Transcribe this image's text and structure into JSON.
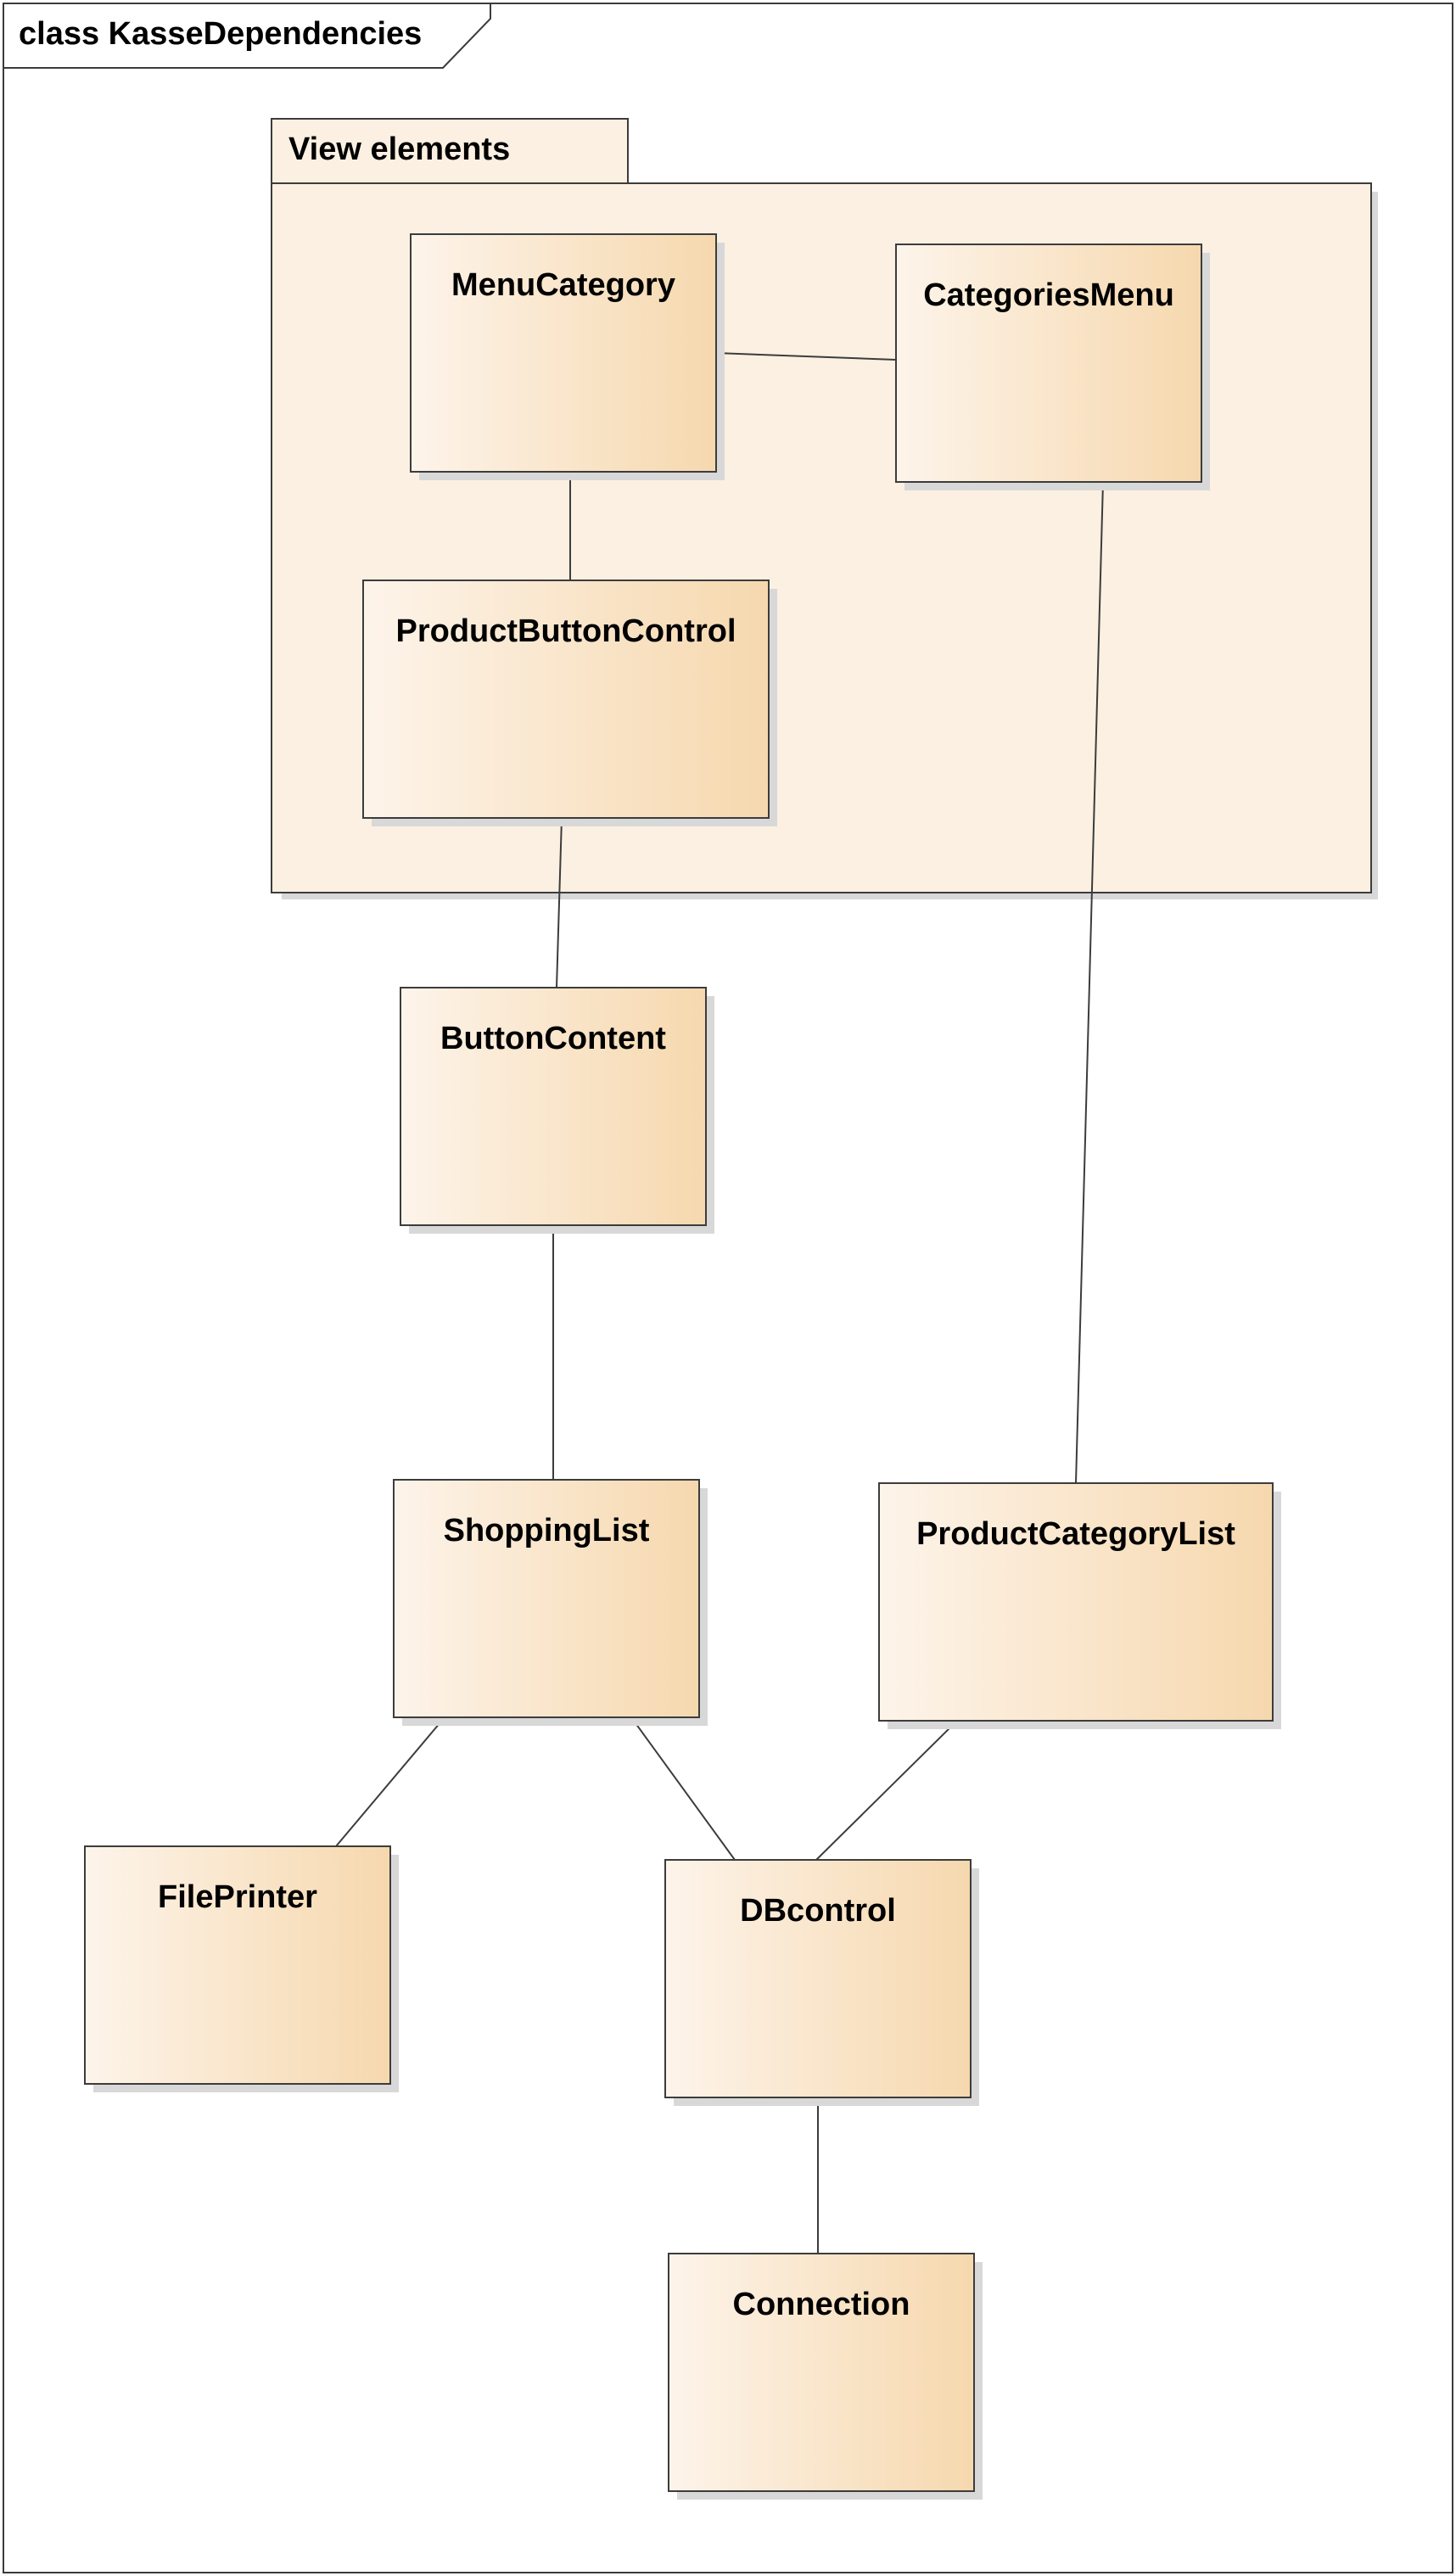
{
  "frame": {
    "title": "class KasseDependencies"
  },
  "package": {
    "name": "View elements"
  },
  "classes": [
    {
      "id": "MenuCategory",
      "name": "MenuCategory"
    },
    {
      "id": "CategoriesMenu",
      "name": "CategoriesMenu"
    },
    {
      "id": "ProductButtonControl",
      "name": "ProductButtonControl"
    },
    {
      "id": "ButtonContent",
      "name": "ButtonContent"
    },
    {
      "id": "ShoppingList",
      "name": "ShoppingList"
    },
    {
      "id": "ProductCategoryList",
      "name": "ProductCategoryList"
    },
    {
      "id": "FilePrinter",
      "name": "FilePrinter"
    },
    {
      "id": "DBcontrol",
      "name": "DBcontrol"
    },
    {
      "id": "Connection",
      "name": "Connection"
    }
  ],
  "associations": [
    {
      "from": "MenuCategory",
      "to": "CategoriesMenu"
    },
    {
      "from": "MenuCategory",
      "to": "ProductButtonControl"
    },
    {
      "from": "ProductButtonControl",
      "to": "ButtonContent"
    },
    {
      "from": "CategoriesMenu",
      "to": "ProductCategoryList"
    },
    {
      "from": "ButtonContent",
      "to": "ShoppingList"
    },
    {
      "from": "ShoppingList",
      "to": "FilePrinter"
    },
    {
      "from": "ShoppingList",
      "to": "DBcontrol"
    },
    {
      "from": "ProductCategoryList",
      "to": "DBcontrol"
    },
    {
      "from": "DBcontrol",
      "to": "Connection"
    }
  ],
  "colors": {
    "box_light": "#fdf4ea",
    "box_dark": "#f6d8ae",
    "package_fill": "#fbf0e2",
    "shadow": "#d8d8d8",
    "border": "#3c3c3c"
  }
}
